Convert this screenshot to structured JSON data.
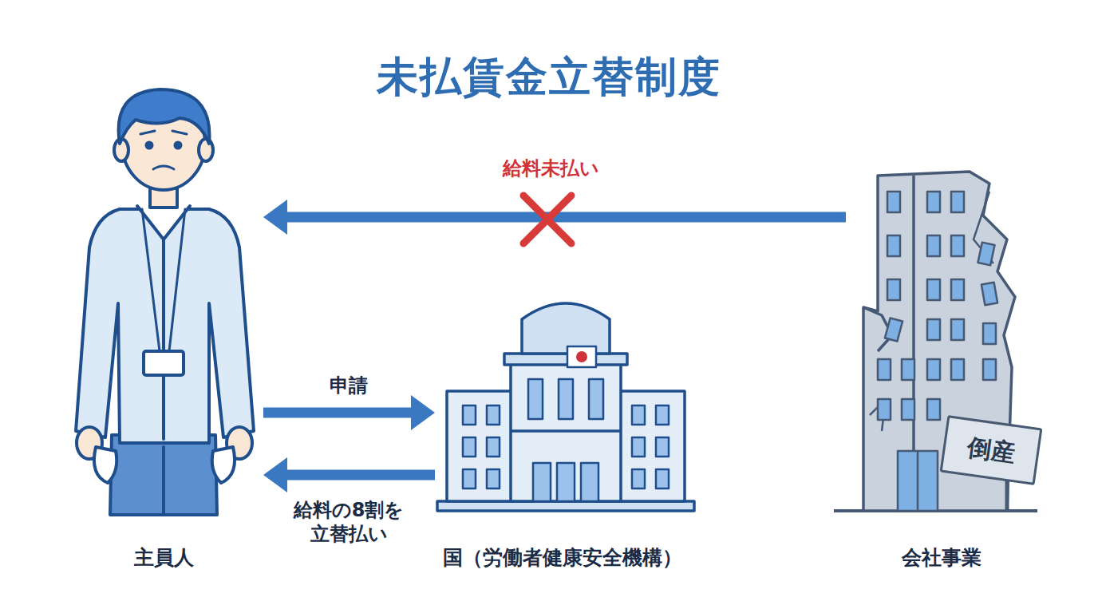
{
  "diagram": {
    "title": "未払賃金立替制度",
    "nodes": [
      {
        "text": [
          "主員人"
        ]
      },
      {
        "text": [
          "国（労働者健康安全機構）"
        ]
      },
      {
        "text": [
          "会社事業"
        ]
      },
      {
        "text": [
          "倒産"
        ],
        "in": 2
      }
    ],
    "edges": [
      {
        "from": 2,
        "to": 0,
        "label": "給料未払い",
        "arrow": "to"
      },
      {
        "from": 0,
        "to": 1,
        "label": "申請",
        "arrow": "to"
      },
      {
        "from": 1,
        "to": 0,
        "label": "給料の8割を 立替払い",
        "arrow": "to"
      }
    ]
  }
}
